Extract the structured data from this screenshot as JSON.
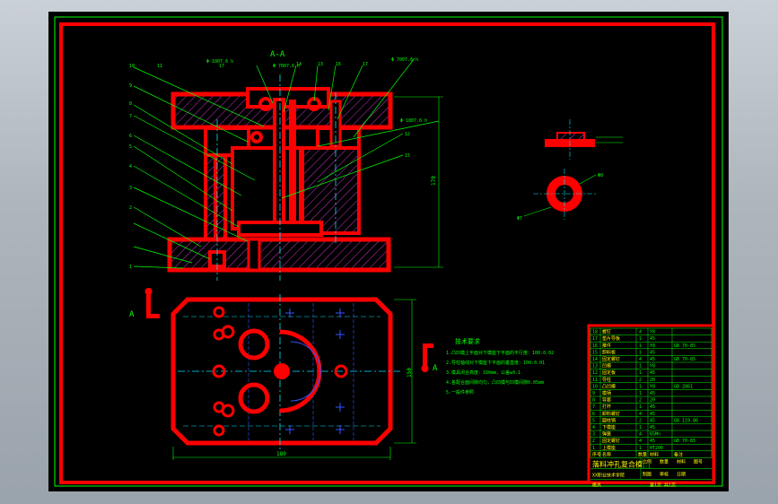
{
  "drawing": {
    "section_label": "A-A",
    "callout_top_left": "Φ 1007.6 h",
    "callout_top_mid": "Φ 7007.6 h",
    "callout_top_right": "Φ 7007.6 h",
    "callout_right_mid": "Φ 1007.6 h",
    "leader_numbers": [
      "10",
      "11",
      "17",
      "14",
      "13",
      "16",
      "17",
      "9",
      "8",
      "7",
      "6",
      "5",
      "4",
      "3",
      "2",
      "1",
      "12",
      "15"
    ],
    "dim_height": "170",
    "dim_width": "180",
    "dim_plan_height": "150",
    "view_marker_left": "A",
    "view_marker_right": "A",
    "detail_labels": [
      "Φ8",
      "Φ7"
    ],
    "notes_title": "技术要求",
    "notes": [
      "1.凸凹模上平面对下模座下平面的平行度：100:0.02",
      "2.导柱轴线对下模座下平面的垂直度：100:0.01",
      "3.模具闭合高度：160mm，公差±0.1",
      "4.各配合面间隙均匀，凸凹模与凹模间隙0.05mm",
      "5.一般件参照"
    ]
  },
  "title_block": {
    "rows": [
      {
        "no": "18",
        "name": "螺钉",
        "qty": "4",
        "material": "Y8",
        "note": ""
      },
      {
        "no": "17",
        "name": "垫片导板",
        "qty": "1",
        "material": "45",
        "note": ""
      },
      {
        "no": "16",
        "name": "推件",
        "qty": "1",
        "material": "Y8",
        "note": "GB 70-85"
      },
      {
        "no": "15",
        "name": "卸料板",
        "qty": "1",
        "material": "45",
        "note": ""
      },
      {
        "no": "14",
        "name": "固定螺钉",
        "qty": "4",
        "material": "45",
        "note": "GB 70-85"
      },
      {
        "no": "13",
        "name": "凹模",
        "qty": "1",
        "material": "Y8",
        "note": ""
      },
      {
        "no": "12",
        "name": "固定板",
        "qty": "1",
        "material": "45",
        "note": ""
      },
      {
        "no": "11",
        "name": "导柱",
        "qty": "2",
        "material": "20",
        "note": ""
      },
      {
        "no": "10",
        "name": "凸凹模",
        "qty": "1",
        "material": "Y8",
        "note": "GB 2861"
      },
      {
        "no": "9",
        "name": "模柄",
        "qty": "1",
        "material": "45",
        "note": ""
      },
      {
        "no": "8",
        "name": "导套",
        "qty": "2",
        "material": "20",
        "note": ""
      },
      {
        "no": "7",
        "name": "打杆",
        "qty": "1",
        "material": "45",
        "note": ""
      },
      {
        "no": "6",
        "name": "卸料螺钉",
        "qty": "4",
        "material": "45",
        "note": ""
      },
      {
        "no": "5",
        "name": "圆柱销",
        "qty": "2",
        "material": "45",
        "note": "GB 119-86"
      },
      {
        "no": "4",
        "name": "下模座",
        "qty": "1",
        "material": "45",
        "note": ""
      },
      {
        "no": "3",
        "name": "弹簧",
        "qty": "4",
        "material": "65Mn",
        "note": ""
      },
      {
        "no": "2",
        "name": "固定螺钉",
        "qty": "4",
        "material": "45",
        "note": "GB 70-85"
      },
      {
        "no": "1",
        "name": "上模座",
        "qty": "1",
        "material": "HT200",
        "note": ""
      }
    ],
    "header": [
      "序号",
      "名称",
      "数量",
      "材料",
      "备注"
    ],
    "drawing_name": "落料冲孔复合模",
    "labels_row1": [
      "比例",
      "数量",
      "材料",
      "图号"
    ],
    "ratio": "1:1",
    "labels_row2": [
      "制图",
      "审核",
      "日期"
    ],
    "school": "XX职业技术学院",
    "class": "模具",
    "sheet": "第1页 共1页"
  }
}
